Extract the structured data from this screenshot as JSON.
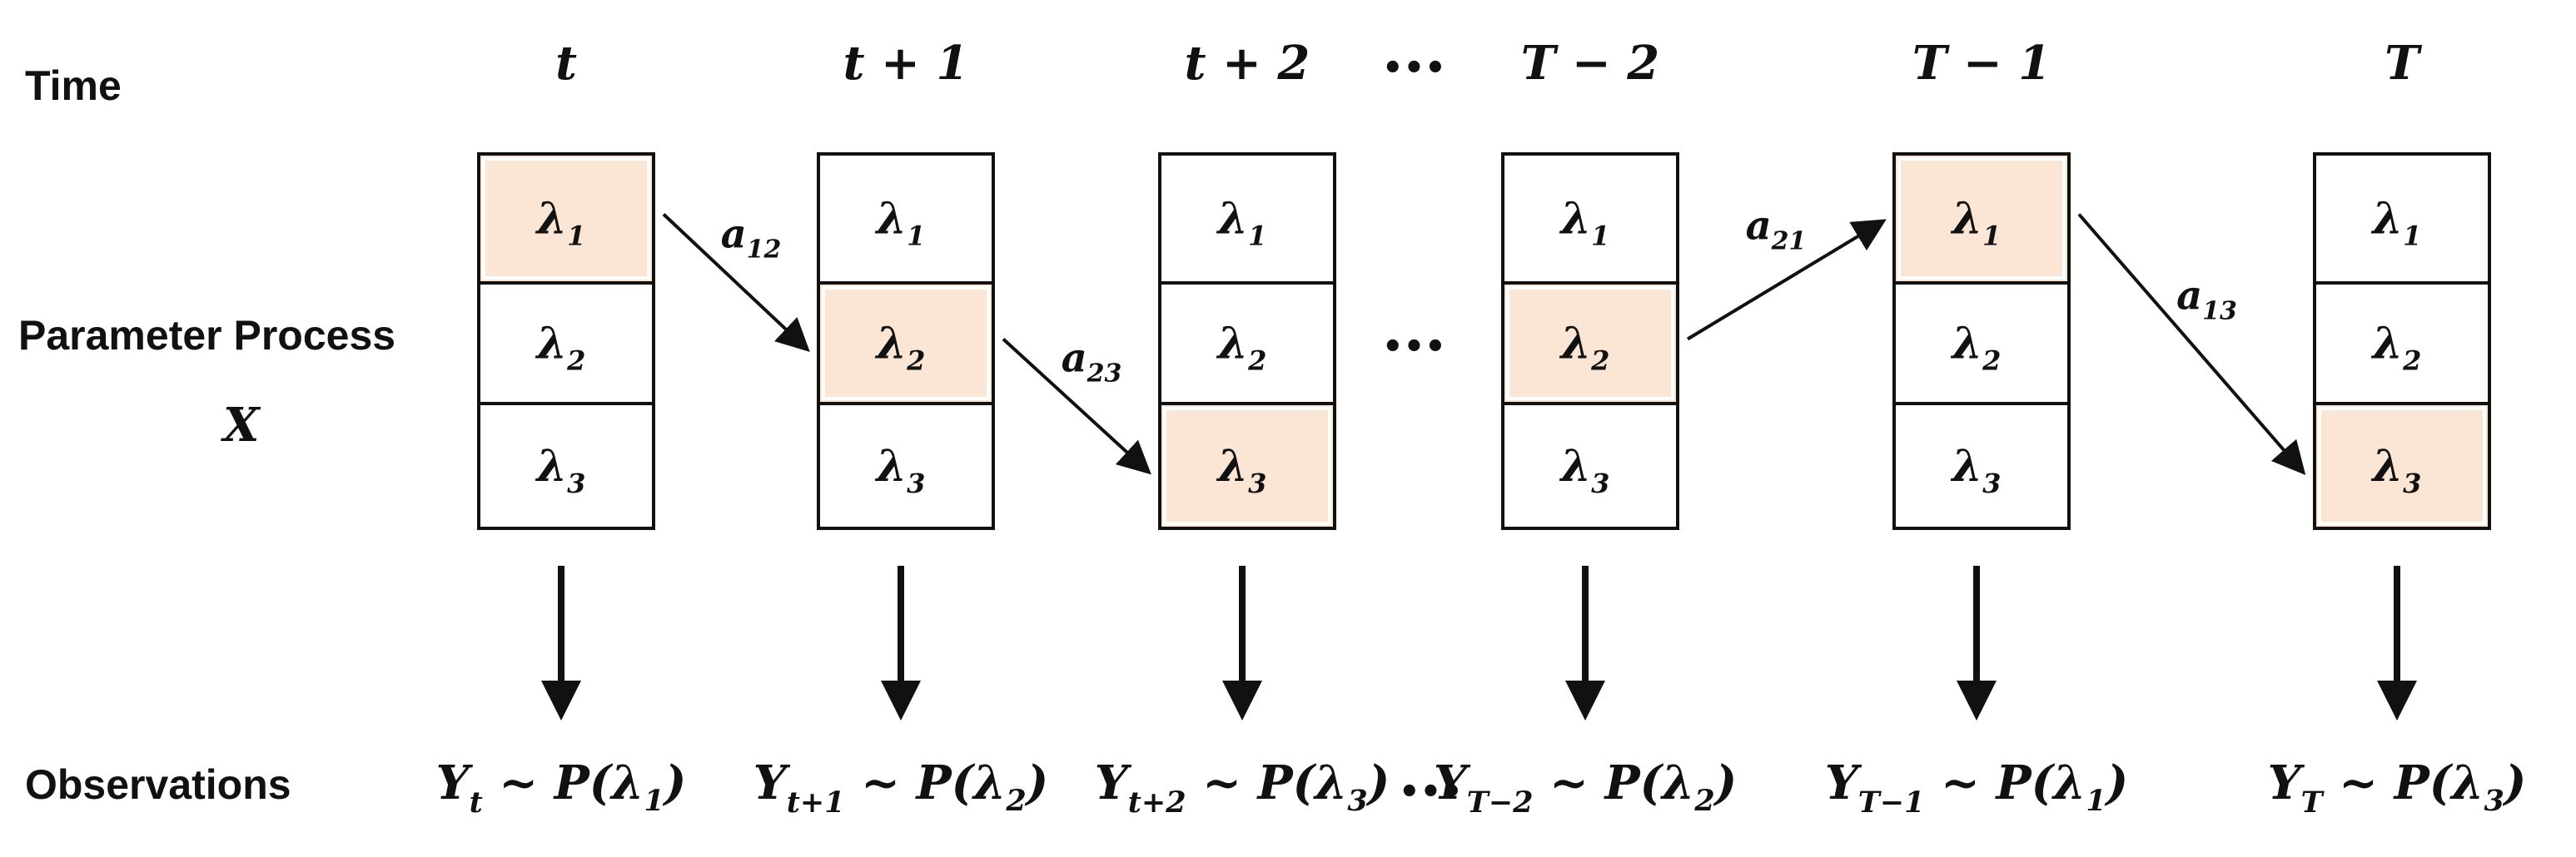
{
  "row_labels": {
    "time": "Time",
    "parameter_process": "Parameter Process",
    "parameter_symbol": "X",
    "observations": "Observations"
  },
  "ellipsis": "•••",
  "states": [
    {
      "time_label": "t",
      "highlighted_state": 1,
      "observation": {
        "var": "Y",
        "sub": "t",
        "lambda_sub": "1"
      }
    },
    {
      "time_label": "t + 1",
      "highlighted_state": 2,
      "observation": {
        "var": "Y",
        "sub": "t+1",
        "lambda_sub": "2"
      }
    },
    {
      "time_label": "t + 2",
      "highlighted_state": 3,
      "observation": {
        "var": "Y",
        "sub": "t+2",
        "lambda_sub": "3"
      }
    },
    {
      "time_label": "T − 2",
      "highlighted_state": 2,
      "observation": {
        "var": "Y",
        "sub": "T−2",
        "lambda_sub": "2"
      }
    },
    {
      "time_label": "T − 1",
      "highlighted_state": 1,
      "observation": {
        "var": "Y",
        "sub": "T−1",
        "lambda_sub": "1"
      }
    },
    {
      "time_label": "T",
      "highlighted_state": 3,
      "observation": {
        "var": "Y",
        "sub": "T",
        "lambda_sub": "3"
      }
    }
  ],
  "lambda_symbol": "λ",
  "lambda_subs": [
    "1",
    "2",
    "3"
  ],
  "transitions": [
    {
      "from_step": 0,
      "to_step": 1,
      "label": "a",
      "sub": "12"
    },
    {
      "from_step": 1,
      "to_step": 2,
      "label": "a",
      "sub": "23"
    },
    {
      "from_step": 3,
      "to_step": 4,
      "label": "a",
      "sub": "21"
    },
    {
      "from_step": 4,
      "to_step": 5,
      "label": "a",
      "sub": "13"
    }
  ],
  "observation_template": {
    "tilde": "~",
    "dist": "P"
  },
  "colors": {
    "highlight": "#fbe6d6",
    "line": "#111111"
  }
}
